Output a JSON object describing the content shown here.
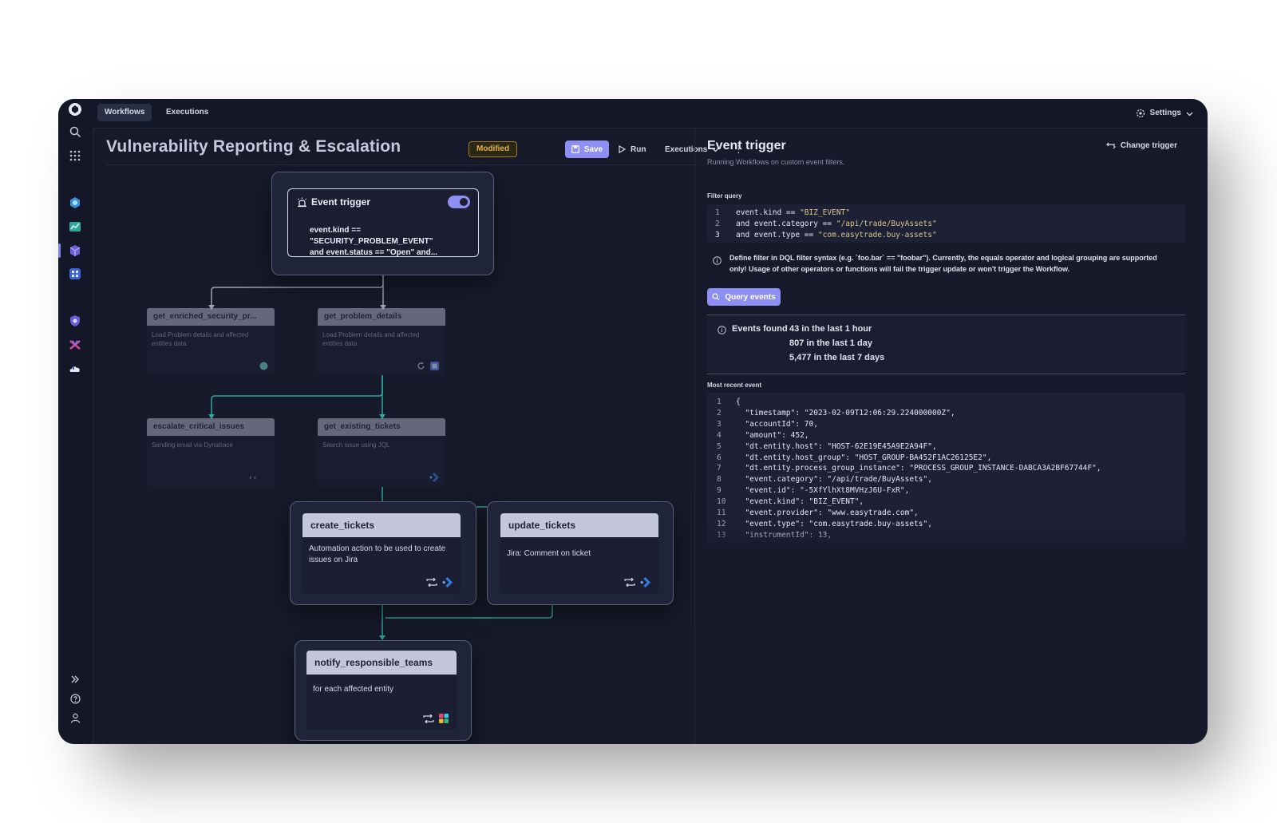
{
  "nav": {
    "tabs": [
      {
        "label": "Workflows",
        "selected": true
      },
      {
        "label": "Executions",
        "selected": false
      }
    ],
    "settings_label": "Settings",
    "rail_icons": [
      "logo-icon",
      "search-icon",
      "apps-grid-icon",
      "app-hex-icon",
      "app-chart-icon",
      "app-cube-icon",
      "app-dashboard-icon",
      "app-shield-icon",
      "app-ribbon-icon",
      "app-cloud-icon",
      "expand-icon",
      "help-icon",
      "user-icon"
    ]
  },
  "workflow": {
    "title": "Vulnerability Reporting & Escalation",
    "status_badge": "Modified",
    "save_label": "Save",
    "run_label": "Run",
    "executions_label": "Executions"
  },
  "canvas": {
    "trigger": {
      "title": "Event trigger",
      "enabled": true,
      "query_line1": "event.kind == \"SECURITY_PROBLEM_EVENT\"",
      "query_line2": "and event.status == \"Open\" and..."
    },
    "tasks": [
      {
        "name": "get_enriched_security_pr...",
        "description": "Load Problem details and affected entities data."
      },
      {
        "name": "get_problem_details",
        "description": "Load Problem details and affected entities data"
      },
      {
        "name": "escalate_critical_issues",
        "description": "Sending email via Dynatrace"
      },
      {
        "name": "get_existing_tickets",
        "description": "Search issue using JQL"
      },
      {
        "name": "create_tickets",
        "description": "Automation action to be used to create issues on Jira"
      },
      {
        "name": "update_tickets",
        "description": "Jira: Comment on ticket"
      },
      {
        "name": "notify_responsible_teams",
        "description": "for each affected entity"
      }
    ]
  },
  "panel": {
    "title": "Event trigger",
    "subtitle": "Running Workflows on custom event filters.",
    "change_trigger_label": "Change trigger",
    "filter_label": "Filter query",
    "filter_lines": [
      {
        "n": "1",
        "code": "event.kind == ",
        "str": "\"BIZ_EVENT\""
      },
      {
        "n": "2",
        "code": "and event.category == ",
        "str": "\"/api/trade/BuyAssets\""
      },
      {
        "n": "3",
        "code": "and event.type == ",
        "str": "\"com.easytrade.buy-assets\""
      }
    ],
    "info_text": "Define filter in DQL filter syntax (e.g. `foo.bar` == \"foobar\"). Currently, the equals operator and logical grouping are supported only! Usage of other operators or functions will fail the trigger update or won't trigger the Workflow.",
    "query_button": "Query events",
    "events_found_label": "Events found",
    "events_counts": [
      "43 in the last 1 hour",
      "807 in the last 1 day",
      "5,477 in the last 7 days"
    ],
    "recent_label": "Most recent event",
    "recent_lines": [
      {
        "n": "1",
        "code": "{"
      },
      {
        "n": "2",
        "code": "  \"timestamp\": \"2023-02-09T12:06:29.224000000Z\","
      },
      {
        "n": "3",
        "code": "  \"accountId\": 70,"
      },
      {
        "n": "4",
        "code": "  \"amount\": 452,"
      },
      {
        "n": "5",
        "code": "  \"dt.entity.host\": \"HOST-62E19E45A9E2A94F\","
      },
      {
        "n": "6",
        "code": "  \"dt.entity.host_group\": \"HOST_GROUP-BA452F1AC26125E2\","
      },
      {
        "n": "7",
        "code": "  \"dt.entity.process_group_instance\": \"PROCESS_GROUP_INSTANCE-DABCA3A2BF67744F\","
      },
      {
        "n": "8",
        "code": "  \"event.category\": \"/api/trade/BuyAssets\","
      },
      {
        "n": "9",
        "code": "  \"event.id\": \"-5XfYlhXt8MVHzJ6U-FxR\","
      },
      {
        "n": "10",
        "code": "  \"event.kind\": \"BIZ_EVENT\","
      },
      {
        "n": "11",
        "code": "  \"event.provider\": \"www.easytrade.com\","
      },
      {
        "n": "12",
        "code": "  \"event.type\": \"com.easytrade.buy-assets\","
      },
      {
        "n": "13",
        "code": "  \"instrumentId\": 13,"
      }
    ]
  },
  "colors": {
    "accent": "#8d8ff2",
    "connector": "#2fa7a0",
    "badge": "#e3b341",
    "background": "#171a2b"
  }
}
